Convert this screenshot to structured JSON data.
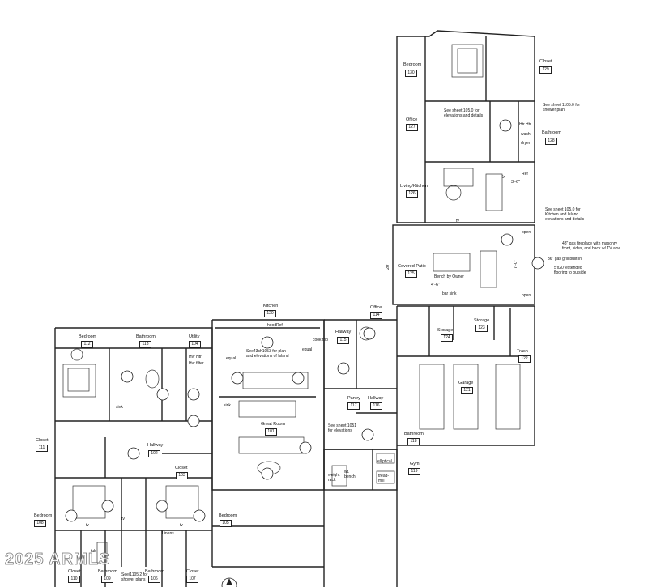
{
  "rooms": [
    {
      "key": "bedroom130",
      "name": "Bedroom",
      "num": "130"
    },
    {
      "key": "closet129",
      "name": "Closet",
      "num": "129"
    },
    {
      "key": "office127",
      "name": "Office",
      "num": "127"
    },
    {
      "key": "bathroom128",
      "name": "Bathroom",
      "num": "128"
    },
    {
      "key": "livingkitchen126",
      "name": "Living/Kitchen",
      "num": "126"
    },
    {
      "key": "patio125",
      "name": "Covered Patio",
      "num": "125"
    },
    {
      "key": "kitchen120",
      "name": "Kitchen",
      "num": "120"
    },
    {
      "key": "office114",
      "name": "Office",
      "num": "114"
    },
    {
      "key": "bedroom112",
      "name": "Bedroom",
      "num": "112"
    },
    {
      "key": "bathroom113",
      "name": "Bathroom",
      "num": "113"
    },
    {
      "key": "utility104",
      "name": "Utility",
      "num": "104"
    },
    {
      "key": "hallway115",
      "name": "Hallway",
      "num": "115"
    },
    {
      "key": "storage124",
      "name": "Storage",
      "num": "124"
    },
    {
      "key": "storage123",
      "name": "Storage",
      "num": "123"
    },
    {
      "key": "trash122",
      "name": "Trash",
      "num": "122"
    },
    {
      "key": "garage121",
      "name": "Garage",
      "num": "121"
    },
    {
      "key": "closet111",
      "name": "Closet",
      "num": "111"
    },
    {
      "key": "greatroom101",
      "name": "Great Room",
      "num": "101"
    },
    {
      "key": "pantry117",
      "name": "Pantry",
      "num": "117"
    },
    {
      "key": "hallway116",
      "name": "Hallway",
      "num": "116"
    },
    {
      "key": "bathroom118",
      "name": "Bathroom",
      "num": "118"
    },
    {
      "key": "gym119",
      "name": "Gym",
      "num": "119"
    },
    {
      "key": "hallway102",
      "name": "Hallway",
      "num": "102"
    },
    {
      "key": "closet103",
      "name": "Closet",
      "num": "103"
    },
    {
      "key": "bedroom108",
      "name": "Bedroom",
      "num": "108"
    },
    {
      "key": "bedroom105",
      "name": "Bedroom",
      "num": "105"
    },
    {
      "key": "closet110",
      "name": "Closet",
      "num": "110"
    },
    {
      "key": "bathroom109",
      "name": "Bathroom",
      "num": "109"
    },
    {
      "key": "bathroom106",
      "name": "Bathroom",
      "num": "106"
    },
    {
      "key": "closet107",
      "name": "Closet",
      "num": "107"
    }
  ],
  "notes": {
    "shower_plan_top": "See sheet 1105.0 for\nshower plan",
    "elevations_105": "See sheet 105.0 for\nelevations and details",
    "kitchen_island_105": "See sheet 105.0 for\nKitchen and Island\nelevations and details",
    "fireplace": "48\" gas fireplace with masonry\nfront, sides, and back w/ TV abv",
    "grill": "36\" gas grill built-in",
    "extended_flooring": "5'x20' extended\nflooring to outside",
    "kitchen_island_plan": "See43sh1053 for plan\nand elevations of Island",
    "elevations_1051": "See sheet 1051\nfor elevations",
    "shower_plans_bottom": "See/1105.2 for\nshower plans"
  },
  "fixtures": {
    "bench_by_owner": "Bench by Owner",
    "bar_sink": "bar sink",
    "sink_upper": "sink",
    "sink_lower": "sink",
    "ref_upper": "Ref",
    "dryer_upper": "dryer",
    "wash_upper": "wash",
    "hvr_htr_upper": "Htr Htr",
    "open_top": "open",
    "open_bottom": "open",
    "hood": "hood",
    "ref_kitchen": "Ref",
    "cook_top": "cook top",
    "hvr_htr_lower": "Hvr Htr",
    "hvr_filter": "Hvr filter",
    "equal_1": "equal",
    "equal_2": "equal",
    "elliptical": "elliptical",
    "treadmill": "tread-\nmill",
    "weight_rack": "weight\nrack",
    "weight_bench": "wt.\nbench",
    "linens": "Linens",
    "tv1": "tv",
    "tv2": "tv",
    "tv3": "tv",
    "tv4": "tv",
    "tub": "tub"
  },
  "dimensions": {
    "d1": "3'-6\"",
    "d2": "20'",
    "d3": "7'-0\"",
    "d4": "4'-6\"",
    "d5": "5'"
  },
  "watermark": "2025 ARMLS"
}
